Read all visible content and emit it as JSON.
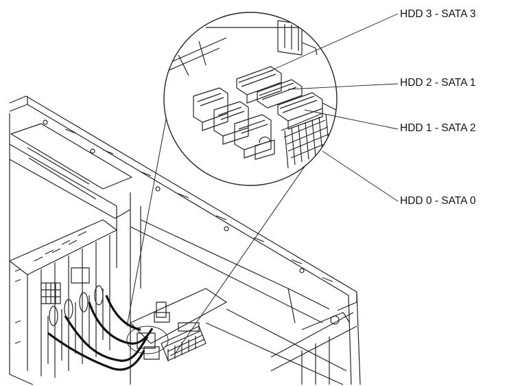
{
  "callouts": [
    {
      "text": "HDD 3 - SATA 3"
    },
    {
      "text": "HDD 2 - SATA 1"
    },
    {
      "text": "HDD 1 - SATA 2"
    },
    {
      "text": "HDD 0 - SATA 0"
    }
  ],
  "colors": {
    "line": "#222222",
    "cable": "#111111",
    "background": "#ffffff"
  }
}
